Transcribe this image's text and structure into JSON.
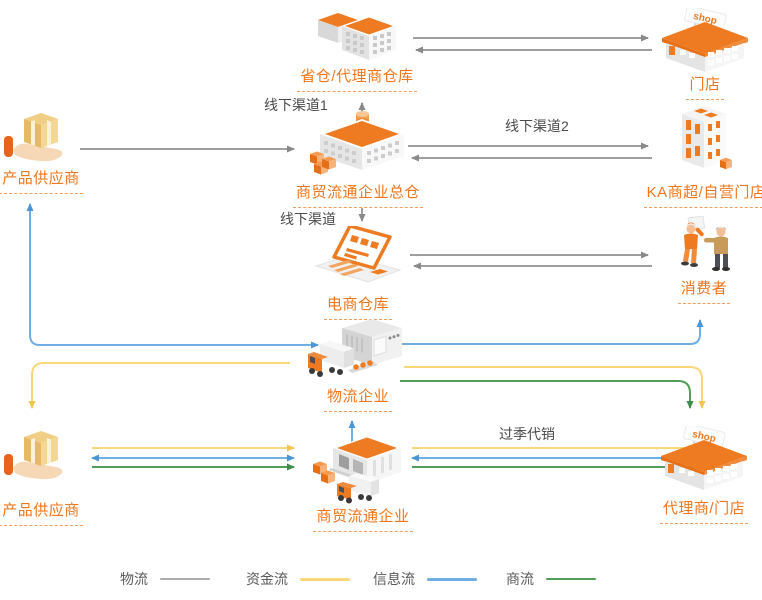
{
  "palette": {
    "orange": "#EE7B21",
    "gray_line": "#9E9E9E",
    "fund_yellow": "#F8D77B",
    "info_blue": "#6FAFE3",
    "goods_green": "#519E58",
    "annotation_text": "#4A4A4A"
  },
  "nodes": {
    "provincial_warehouse": {
      "label": "省仓/代理商仓库"
    },
    "store_top": {
      "label": "门店"
    },
    "supplier_top": {
      "label": "产品供应商"
    },
    "hq_warehouse": {
      "label": "商贸流通企业总仓"
    },
    "ka_store": {
      "label": "KA商超/自营门店"
    },
    "ecommerce_warehouse": {
      "label": "电商仓库"
    },
    "consumers": {
      "label": "消费者"
    },
    "logistics": {
      "label": "物流企业"
    },
    "supplier_bottom": {
      "label": "产品供应商"
    },
    "trade_company": {
      "label": "商贸流通企业"
    },
    "agent_store": {
      "label": "代理商/门店"
    }
  },
  "annotations": {
    "channel1": "线下渠道1",
    "channel2": "线下渠道2",
    "channel": "线下渠道",
    "offseason_consignment": "过季代销",
    "shop_sign": "shop"
  },
  "legend": {
    "items": [
      {
        "label": "物流",
        "color": "#ABABAB"
      },
      {
        "label": "资金流",
        "color": "#F8D77B"
      },
      {
        "label": "信息流",
        "color": "#6FAFE3"
      },
      {
        "label": "商流",
        "color": "#519E58"
      }
    ]
  }
}
